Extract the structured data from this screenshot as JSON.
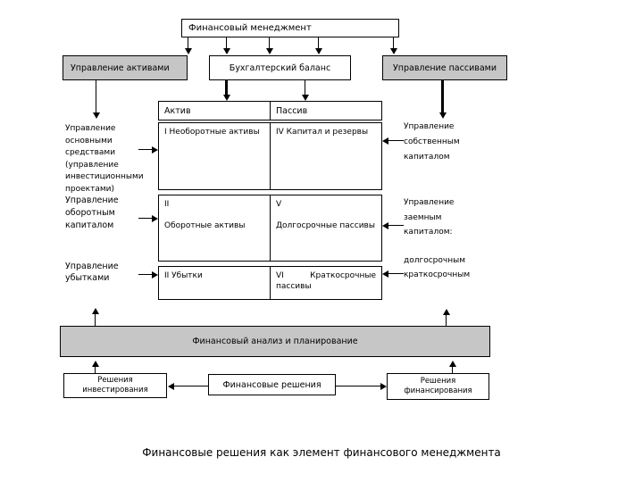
{
  "diagram": {
    "title_box": "Финансовый менеджмент",
    "top_row": {
      "assets": "Управление активами",
      "balance": "Бухгалтерский баланс",
      "liabilities": "Управление пассивами"
    },
    "balance_table": {
      "headers": {
        "left": "Актив",
        "right": "Пассив"
      },
      "rows": [
        {
          "left": "I Необоротные активы",
          "right": "IV Капитал и резервы"
        },
        {
          "left": "II\n\nОборотные активы",
          "right": "V\n\nДолгосрочные пассивы"
        },
        {
          "left": "II Убытки",
          "right": "VI Краткосрочные пассивы"
        }
      ]
    },
    "left_labels": [
      "Управление\nосновными\nсредствами\n(управление\nинвестиционными\nпроектами)",
      "Управление\nоборотным\nкапиталом",
      "Управление\nубытками"
    ],
    "right_labels": [
      "Управление\nсобственным\nкапиталом",
      "Управление\nзаемным\nкапиталом:",
      "долгосрочным\nкраткосрочным"
    ],
    "analysis_bar": "Финансовый анализ и планирование",
    "bottom_row": {
      "invest_decisions": "Решения\nинвестирования",
      "financial_decisions": "Финансовые решения",
      "financing_decisions": "Решения\nфинансирования"
    },
    "caption": "Финансовые решения как элемент финансового менеджмента",
    "colors": {
      "box_gray": "#c6c6c6",
      "line": "#000000",
      "background": "#ffffff"
    }
  }
}
